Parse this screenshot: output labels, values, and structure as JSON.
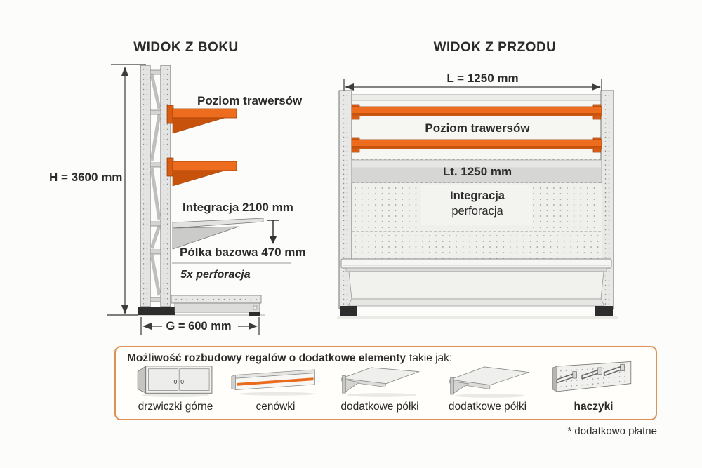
{
  "side_view": {
    "title": "WIDOK Z BOKU",
    "height_label": "H = 3600 mm",
    "traverse_label": "Poziom trawersów",
    "integration_label": "Integracja 2100 mm",
    "base_shelf_label": "Pólka bazowa 470 mm",
    "perforation_label": "5x perforacja",
    "depth_label": "G = 600 mm"
  },
  "front_view": {
    "title": "WIDOK Z PRZODU",
    "width_label": "L = 1250 mm",
    "traverse_label": "Poziom trawersów",
    "length_label": "Lt. 1250 mm",
    "integration_title": "Integracja",
    "integration_subtitle": "perforacja"
  },
  "extras_panel": {
    "heading_bold": "Możliwość rozbudowy regalów o dodatkowe elementy",
    "heading_rest": "takie jak:",
    "items": [
      {
        "label": "drzwiczki górne",
        "icon": "cabinet-doors-icon"
      },
      {
        "label": "cenówki",
        "icon": "price-strip-icon"
      },
      {
        "label": "dodatkowe półki",
        "icon": "extra-shelf-icon"
      },
      {
        "label": "dodatkowe półki",
        "icon": "extra-shelf-icon"
      },
      {
        "label": "haczyki",
        "icon": "hooks-icon"
      }
    ],
    "footnote": "* dodatkowo płatne"
  },
  "colors": {
    "accent_orange": "#ee6c1e",
    "accent_orange_dark": "#c6520c",
    "panel_border": "#dd9157",
    "structure_fill": "#e8e8e6",
    "structure_stroke": "#777775",
    "black_base": "#2d2d2d",
    "text": "#2b2b2b"
  }
}
